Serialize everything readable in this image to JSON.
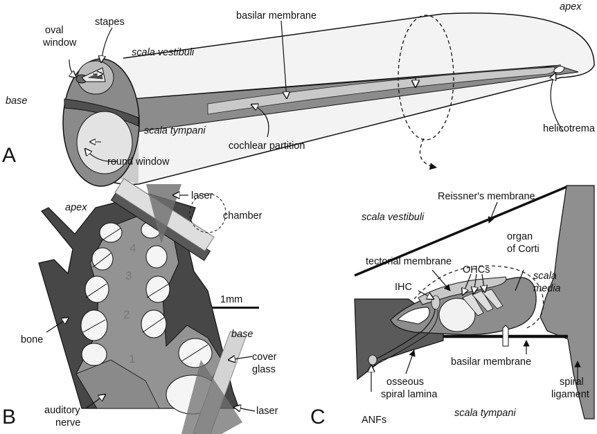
{
  "panels": {
    "a": {
      "letter": "A",
      "labels": {
        "oval_window_1": "oval",
        "oval_window_2": "window",
        "stapes": "stapes",
        "basilar_membrane": "basilar membrane",
        "apex": "apex",
        "scala_vestibuli": "scala vestibuli",
        "base": "base",
        "scala_tympani": "scala tympani",
        "helicotrema": "helicotrema",
        "cochlear_partition": "cochlear partition",
        "round_window": "round window"
      }
    },
    "b": {
      "letter": "B",
      "labels": {
        "apex": "apex",
        "laser_top": "laser",
        "chamber": "chamber",
        "bone": "bone",
        "scale_bar": "1mm",
        "base": "base",
        "cover_glass_1": "cover",
        "cover_glass_2": "glass",
        "laser_bottom": "laser",
        "auditory_nerve_1": "auditory",
        "auditory_nerve_2": "nerve"
      },
      "turn_numbers": [
        "1",
        "2",
        "3",
        "4"
      ]
    },
    "c": {
      "letter": "C",
      "labels": {
        "reissners_membrane": "Reissner's membrane",
        "scala_vestibuli": "scala vestibuli",
        "organ_of_corti_1": "organ",
        "organ_of_corti_2": "of Corti",
        "tectorial_membrane": "tectorial membrane",
        "scala_media_1": "scala",
        "scala_media_2": "media",
        "ihc": "IHC",
        "ohcs": "OHCs",
        "basilar_membrane": "basilar membrane",
        "osseous_1": "osseous",
        "osseous_2": "spiral lamina",
        "spiral_ligament_1": "spiral",
        "spiral_ligament_2": "ligament",
        "anfs": "ANFs",
        "scala_tympani": "scala tympani"
      }
    }
  },
  "colors": {
    "dark_gray": "#5a5a5a",
    "mid_gray": "#8c8c8c",
    "light_gray": "#c4c4c4",
    "pale_gray": "#e4e4e4",
    "bone": "#454545",
    "outline": "#111111"
  }
}
